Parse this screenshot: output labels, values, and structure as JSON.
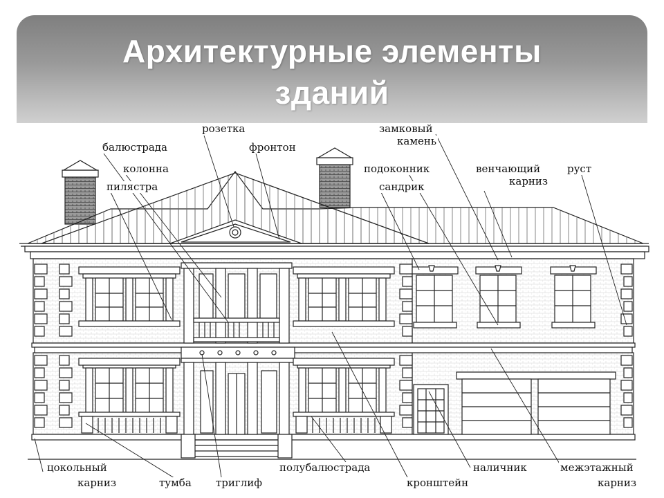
{
  "title": {
    "line1": "Архитектурные элементы",
    "line2": "зданий"
  },
  "labels": {
    "rozetka": "розетка",
    "balyustrada": "балюстрада",
    "fronton": "фронтон",
    "kolonna": "колонна",
    "pilyastra": "пилястра",
    "zamkovyi1": "замковый",
    "zamkovyi2": "камень",
    "podokonnik": "подоконник",
    "venchayushchii1": "венчающий",
    "venchayushchii2": "карниз",
    "rust": "руст",
    "sandrik": "сандрик",
    "tsokolnyi1": "цокольный",
    "tsokolnyi2": "карниз",
    "tumba": "тумба",
    "triglif": "триглиф",
    "polubalyustrada": "полубалюстрада",
    "kronshtein": "кронштейн",
    "nalichnik": "наличник",
    "mezhetazhnyi1": "межэтажный",
    "mezhetazhnyi2": "карниз"
  },
  "colors": {
    "title_gradient_top": "#7f7f7f",
    "title_gradient_bottom": "#d0d0d0",
    "title_text": "#ffffff",
    "line": "#222222"
  }
}
